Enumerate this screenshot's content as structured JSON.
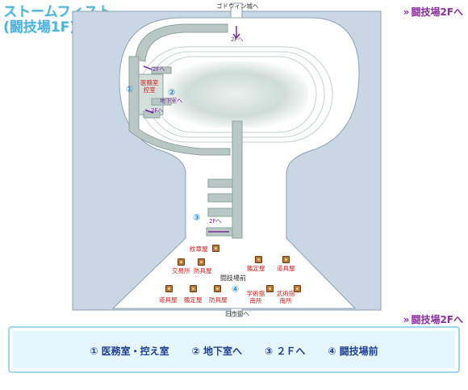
{
  "title": {
    "line1": "ストームフィスト",
    "line2": "(闘技場1F)"
  },
  "nav": {
    "top_link": "闘技場2Fへ",
    "bottom_link": "闘技場2Fへ",
    "chevron": "»"
  },
  "map": {
    "exit_top": "ゴドウィン城へ",
    "exit_bottom": "旧市街へ",
    "stairs_top": "2Fへ",
    "stairs_a": "2Fへ",
    "stairs_b": "2Fへ",
    "stairs_c": "2Fへ",
    "basement": "地下室へ",
    "medical_room_line1": "医務室",
    "medical_room_line2": "控室",
    "markers": {
      "m1": "①",
      "m2": "②",
      "m3": "③",
      "m4": "④"
    },
    "plaza_label": "闘技場前",
    "shops": {
      "crest": "紋章屋",
      "exchange": "交易所",
      "armor1": "防具屋",
      "appraise1": "鑑定屋",
      "tools1": "道具屋",
      "tools2": "道具屋",
      "appraise2": "鑑定屋",
      "armor2": "防具屋",
      "academy": "学術指南所",
      "martial": "武術指南所"
    }
  },
  "legend": {
    "items": [
      "① 医務室・控え室",
      "② 地下室へ",
      "③ ２Ｆへ",
      "④ 闘技場前"
    ]
  },
  "colors": {
    "outer_bg": "#c9d6e3",
    "floor": "#ffffff",
    "walkway": "#b9c8c4",
    "walkway_edge": "#8ea39e",
    "title": "#4fb3dc",
    "link": "#8a2fa0",
    "legend_text": "#1f3f95"
  }
}
